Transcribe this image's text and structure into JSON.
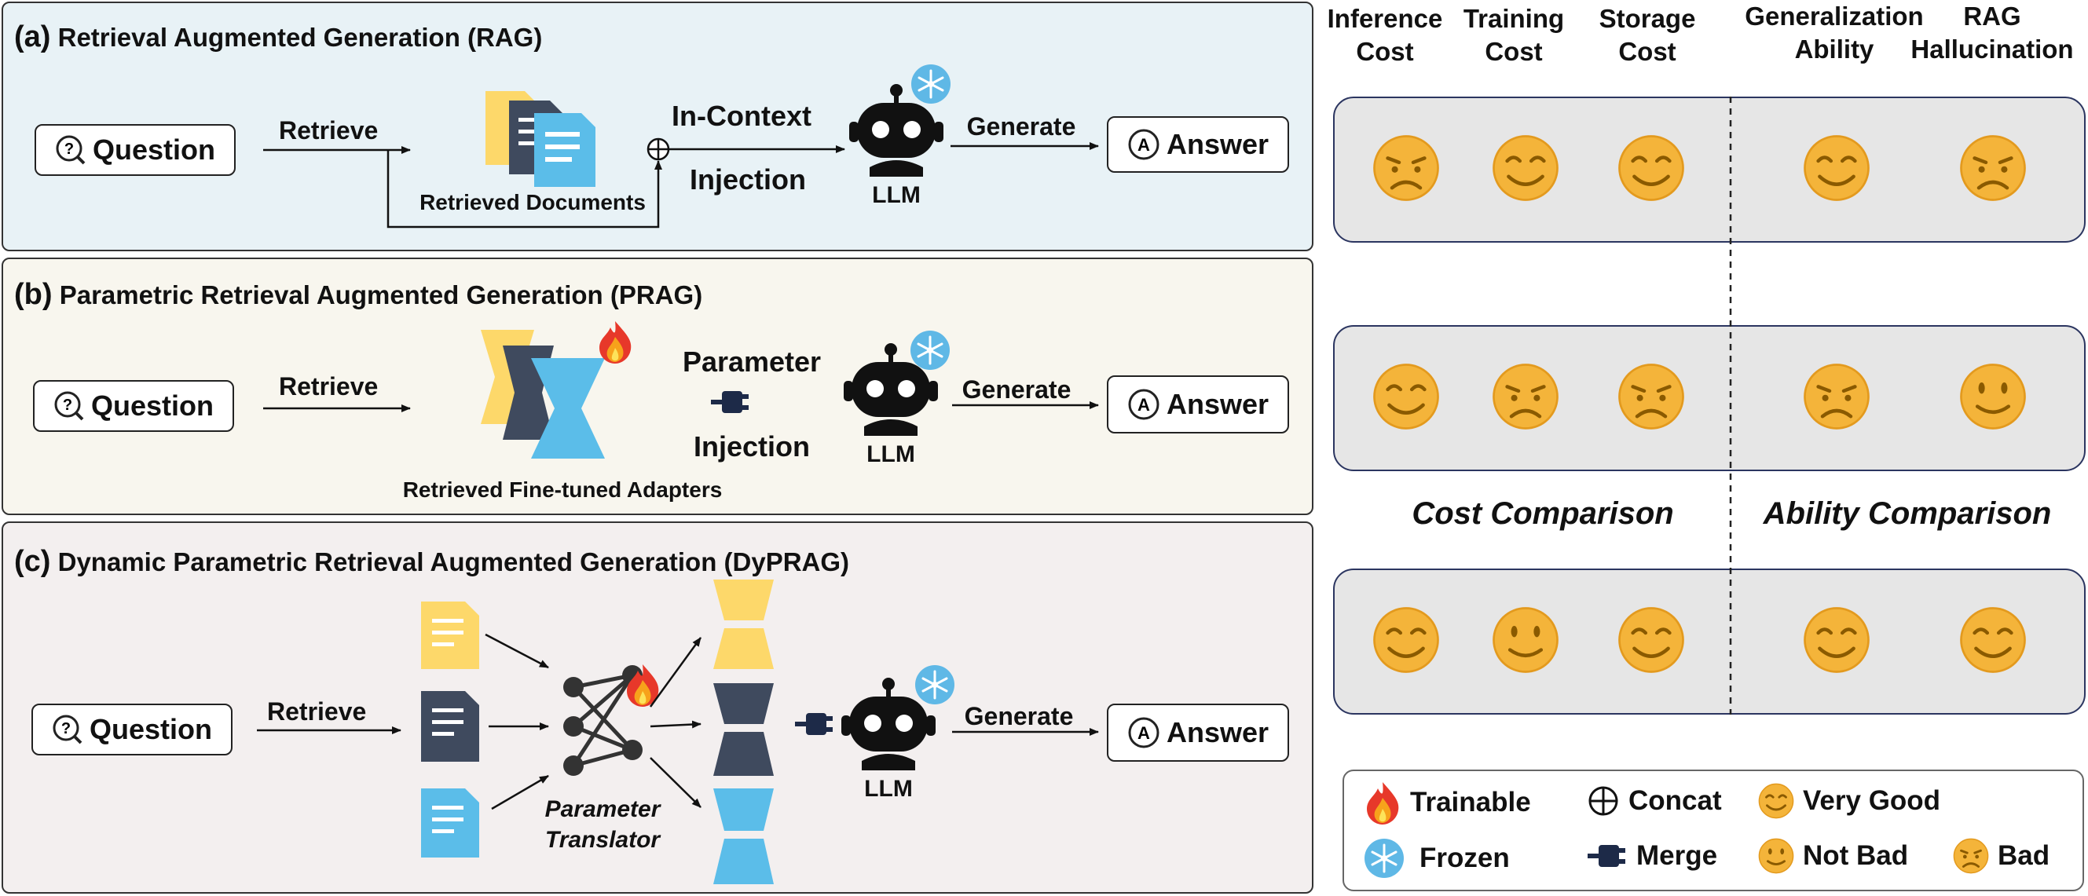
{
  "panels": {
    "a": {
      "tag": "(a)",
      "title": "Retrieval Augmented Generation (RAG)",
      "bg": "#e8f2f6"
    },
    "b": {
      "tag": "(b)",
      "title": "Parametric Retrieval Augmented Generation (PRAG)",
      "bg": "#f8f6ee"
    },
    "c": {
      "tag": "(c)",
      "title": "Dynamic Parametric Retrieval Augmented Generation (DyPRAG)",
      "bg": "#f3efef"
    }
  },
  "flow": {
    "question": "Question",
    "answer": "Answer",
    "retrieve": "Retrieve",
    "generate": "Generate",
    "llm": "LLM",
    "in_context_line1": "In-Context",
    "in_context_line2": "Injection",
    "retrieved_documents": "Retrieved Documents",
    "parameter_line1": "Parameter",
    "parameter_line2": "Injection",
    "retrieved_adapters": "Retrieved Fine-tuned Adapters",
    "translator_line1": "Parameter",
    "translator_line2": "Translator"
  },
  "comparison": {
    "headers": [
      {
        "line1": "Inference",
        "line2": "Cost"
      },
      {
        "line1": "Training",
        "line2": "Cost"
      },
      {
        "line1": "Storage",
        "line2": "Cost"
      },
      {
        "line1": "Generalization",
        "line2": "Ability"
      },
      {
        "line1": "RAG",
        "line2": "Hallucination"
      }
    ],
    "cost_label": "Cost Comparison",
    "ability_label": "Ability Comparison",
    "ratings": [
      [
        "bad",
        "very_good",
        "very_good",
        "very_good",
        "bad"
      ],
      [
        "very_good",
        "bad",
        "bad",
        "bad",
        "not_bad"
      ],
      [
        "very_good",
        "not_bad",
        "very_good",
        "very_good",
        "very_good"
      ]
    ]
  },
  "legend": {
    "trainable": "Trainable",
    "frozen": "Frozen",
    "concat": "Concat",
    "merge": "Merge",
    "very_good": "Very Good",
    "not_bad": "Not Bad",
    "bad": "Bad"
  },
  "colors": {
    "face": "#f4b43a",
    "face_edge": "#e39a1e",
    "doc_yellow": "#fdd86a",
    "doc_dark": "#3f4a5e",
    "doc_blue": "#5bbde9",
    "robot": "#111111",
    "snow": "#5fb8e6",
    "row_border": "#2b3560"
  }
}
